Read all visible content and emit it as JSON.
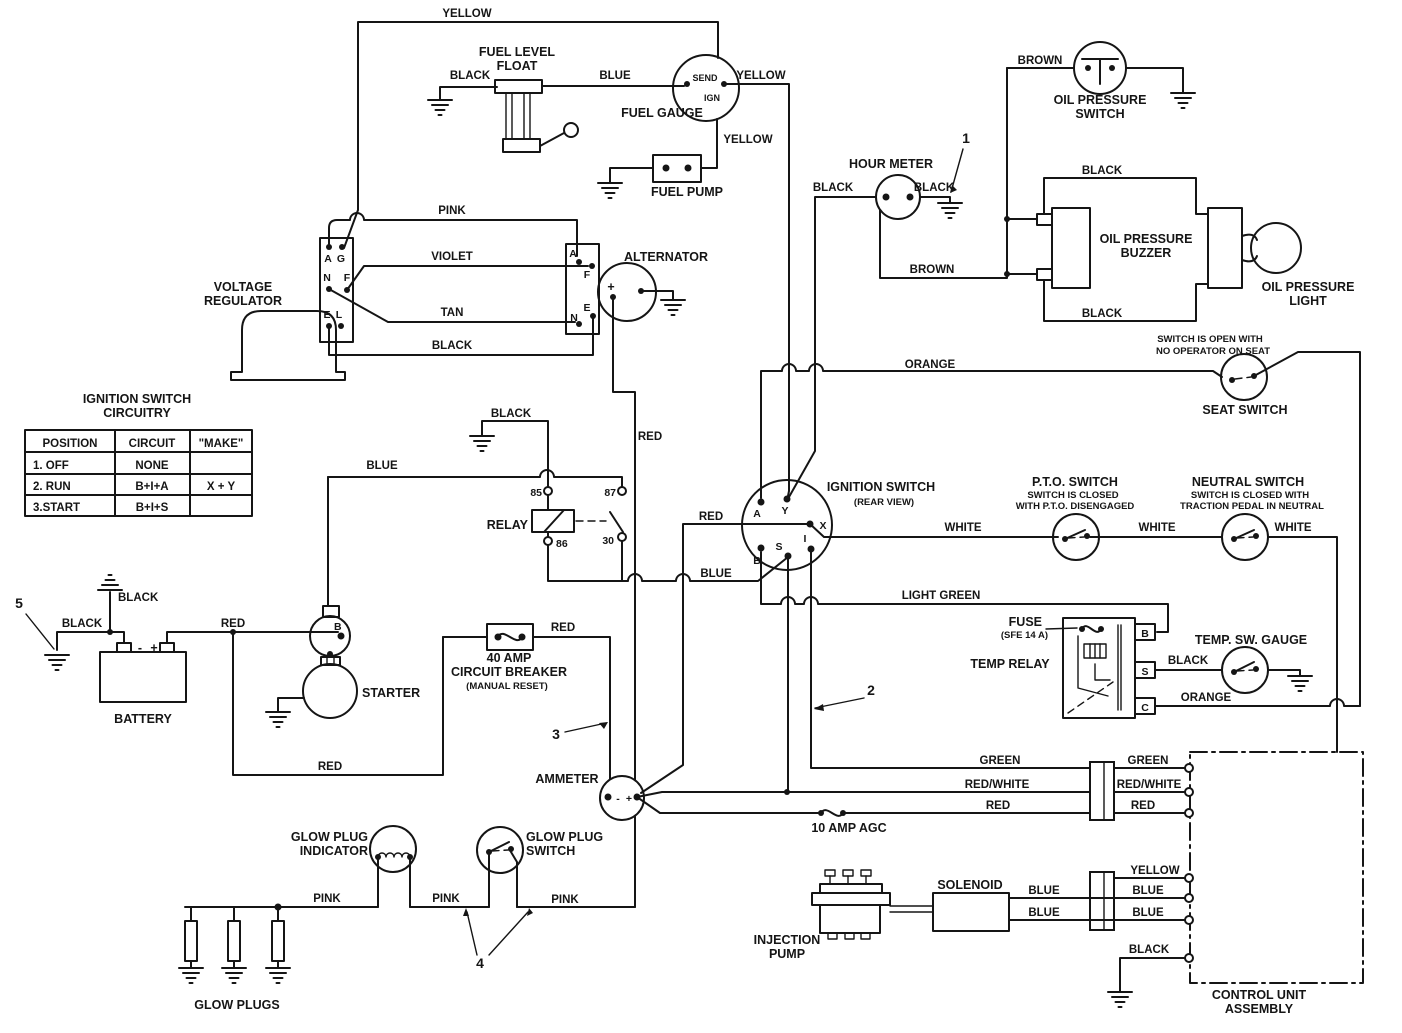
{
  "diagram_type": "engine-wiring-diagram",
  "labels": {
    "fuel_level_float_1": "FUEL LEVEL",
    "fuel_level_float_2": "FLOAT",
    "fuel_gauge": "FUEL GAUGE",
    "send": "SEND",
    "ign": "IGN",
    "fuel_pump": "FUEL PUMP",
    "voltage_regulator_1": "VOLTAGE",
    "voltage_regulator_2": "REGULATOR",
    "alternator": "ALTERNATOR",
    "alt_plus": "+",
    "hour_meter": "HOUR METER",
    "oil_pressure_switch_1": "OIL PRESSURE",
    "oil_pressure_switch_2": "SWITCH",
    "oil_pressure_buzzer_1": "OIL PRESSURE",
    "oil_pressure_buzzer_2": "BUZZER",
    "oil_pressure_light_1": "OIL PRESSURE",
    "oil_pressure_light_2": "LIGHT",
    "seat_note_1": "SWITCH IS OPEN WITH",
    "seat_note_2": "NO OPERATOR ON SEAT",
    "seat_switch": "SEAT SWITCH",
    "ignition_switch_1": "IGNITION SWITCH",
    "ignition_switch_2": "(REAR VIEW)",
    "pto_1": "P.T.O. SWITCH",
    "pto_2": "SWITCH IS CLOSED",
    "pto_3": "WITH P.T.O. DISENGAGED",
    "neutral_1": "NEUTRAL SWITCH",
    "neutral_2": "SWITCH IS CLOSED WITH",
    "neutral_3": "TRACTION PEDAL IN NEUTRAL",
    "relay": "RELAY",
    "t85": "85",
    "t87": "87",
    "t86": "86",
    "t30": "30",
    "fuse_1": "FUSE",
    "fuse_2": "(SFE 14 A)",
    "temp_relay": "TEMP RELAY",
    "tb": "B",
    "ts": "S",
    "tc": "C",
    "temp_sw_gauge": "TEMP. SW. GAUGE",
    "battery": "BATTERY",
    "bat_minus": "-",
    "bat_plus": "+",
    "starter": "STARTER",
    "starter_b": "B",
    "breaker_1": "40 AMP",
    "breaker_2": "CIRCUIT BREAKER",
    "breaker_3": "(MANUAL RESET)",
    "ammeter": "AMMETER",
    "amm_minus": "-",
    "amm_plus": "+",
    "glow_ind_1": "GLOW PLUG",
    "glow_ind_2": "INDICATOR",
    "glow_sw_1": "GLOW PLUG",
    "glow_sw_2": "SWITCH",
    "glow_plugs": "GLOW PLUGS",
    "agc": "10 AMP AGC",
    "injection_1": "INJECTION",
    "injection_2": "PUMP",
    "solenoid": "SOLENOID",
    "control_1": "CONTROL UNIT",
    "control_2": "ASSEMBLY",
    "iga": "A",
    "igy": "Y",
    "igx": "X",
    "igb": "B",
    "igs": "S",
    "igi": "I",
    "vra": "A",
    "vrg": "G",
    "vrn": "N",
    "vrf": "F",
    "vre": "E",
    "vrl": "L",
    "aca": "A",
    "acf": "F",
    "ace": "E",
    "acn": "N",
    "c1": "1",
    "c2": "2",
    "c3": "3",
    "c4": "4",
    "c5": "5"
  },
  "wires": {
    "yellow_top": "YELLOW",
    "black_float": "BLACK",
    "blue_gauge": "BLUE",
    "yellow_gauge": "YELLOW",
    "yellow_pump": "YELLOW",
    "pink_vr": "PINK",
    "violet": "VIOLET",
    "tan": "TAN",
    "black_vr": "BLACK",
    "black_relay": "BLACK",
    "blue_relay": "BLUE",
    "red_alt": "RED",
    "black_bat_top": "BLACK",
    "black_bat_left": "BLACK",
    "red_bat": "RED",
    "red_bottom": "RED",
    "red_breaker": "RED",
    "red_ign": "RED",
    "blue_ign": "BLUE",
    "orange_ign": "ORANGE",
    "light_green": "LIGHT GREEN",
    "white_1": "WHITE",
    "white_2": "WHITE",
    "white_3": "WHITE",
    "brown_top": "BROWN",
    "brown_mid": "BROWN",
    "black_hm_left": "BLACK",
    "black_hm_right": "BLACK",
    "black_buzzer_top": "BLACK",
    "black_buzzer_bottom": "BLACK",
    "black_temp": "BLACK",
    "orange_temp": "ORANGE",
    "green_left": "GREEN",
    "green_right": "GREEN",
    "redwhite_left": "RED/WHITE",
    "redwhite_right": "RED/WHITE",
    "red_left": "RED",
    "red_right": "RED",
    "yellow_cu": "YELLOW",
    "blue_sol_left_1": "BLUE",
    "blue_sol_left_2": "BLUE",
    "blue_cu_1": "BLUE",
    "blue_cu_2": "BLUE",
    "black_cu": "BLACK",
    "pink_1": "PINK",
    "pink_2": "PINK",
    "pink_3": "PINK"
  },
  "table": {
    "title_1": "IGNITION SWITCH",
    "title_2": "CIRCUITRY",
    "h_position": "POSITION",
    "h_circuit": "CIRCUIT",
    "h_make": "\"MAKE\"",
    "r1c1": "1. OFF",
    "r1c2": "NONE",
    "r1c3": "",
    "r2c1": "2. RUN",
    "r2c2": "B+I+A",
    "r2c3": "X + Y",
    "r3c1": "3.START",
    "r3c2": "B+I+S",
    "r3c3": ""
  }
}
